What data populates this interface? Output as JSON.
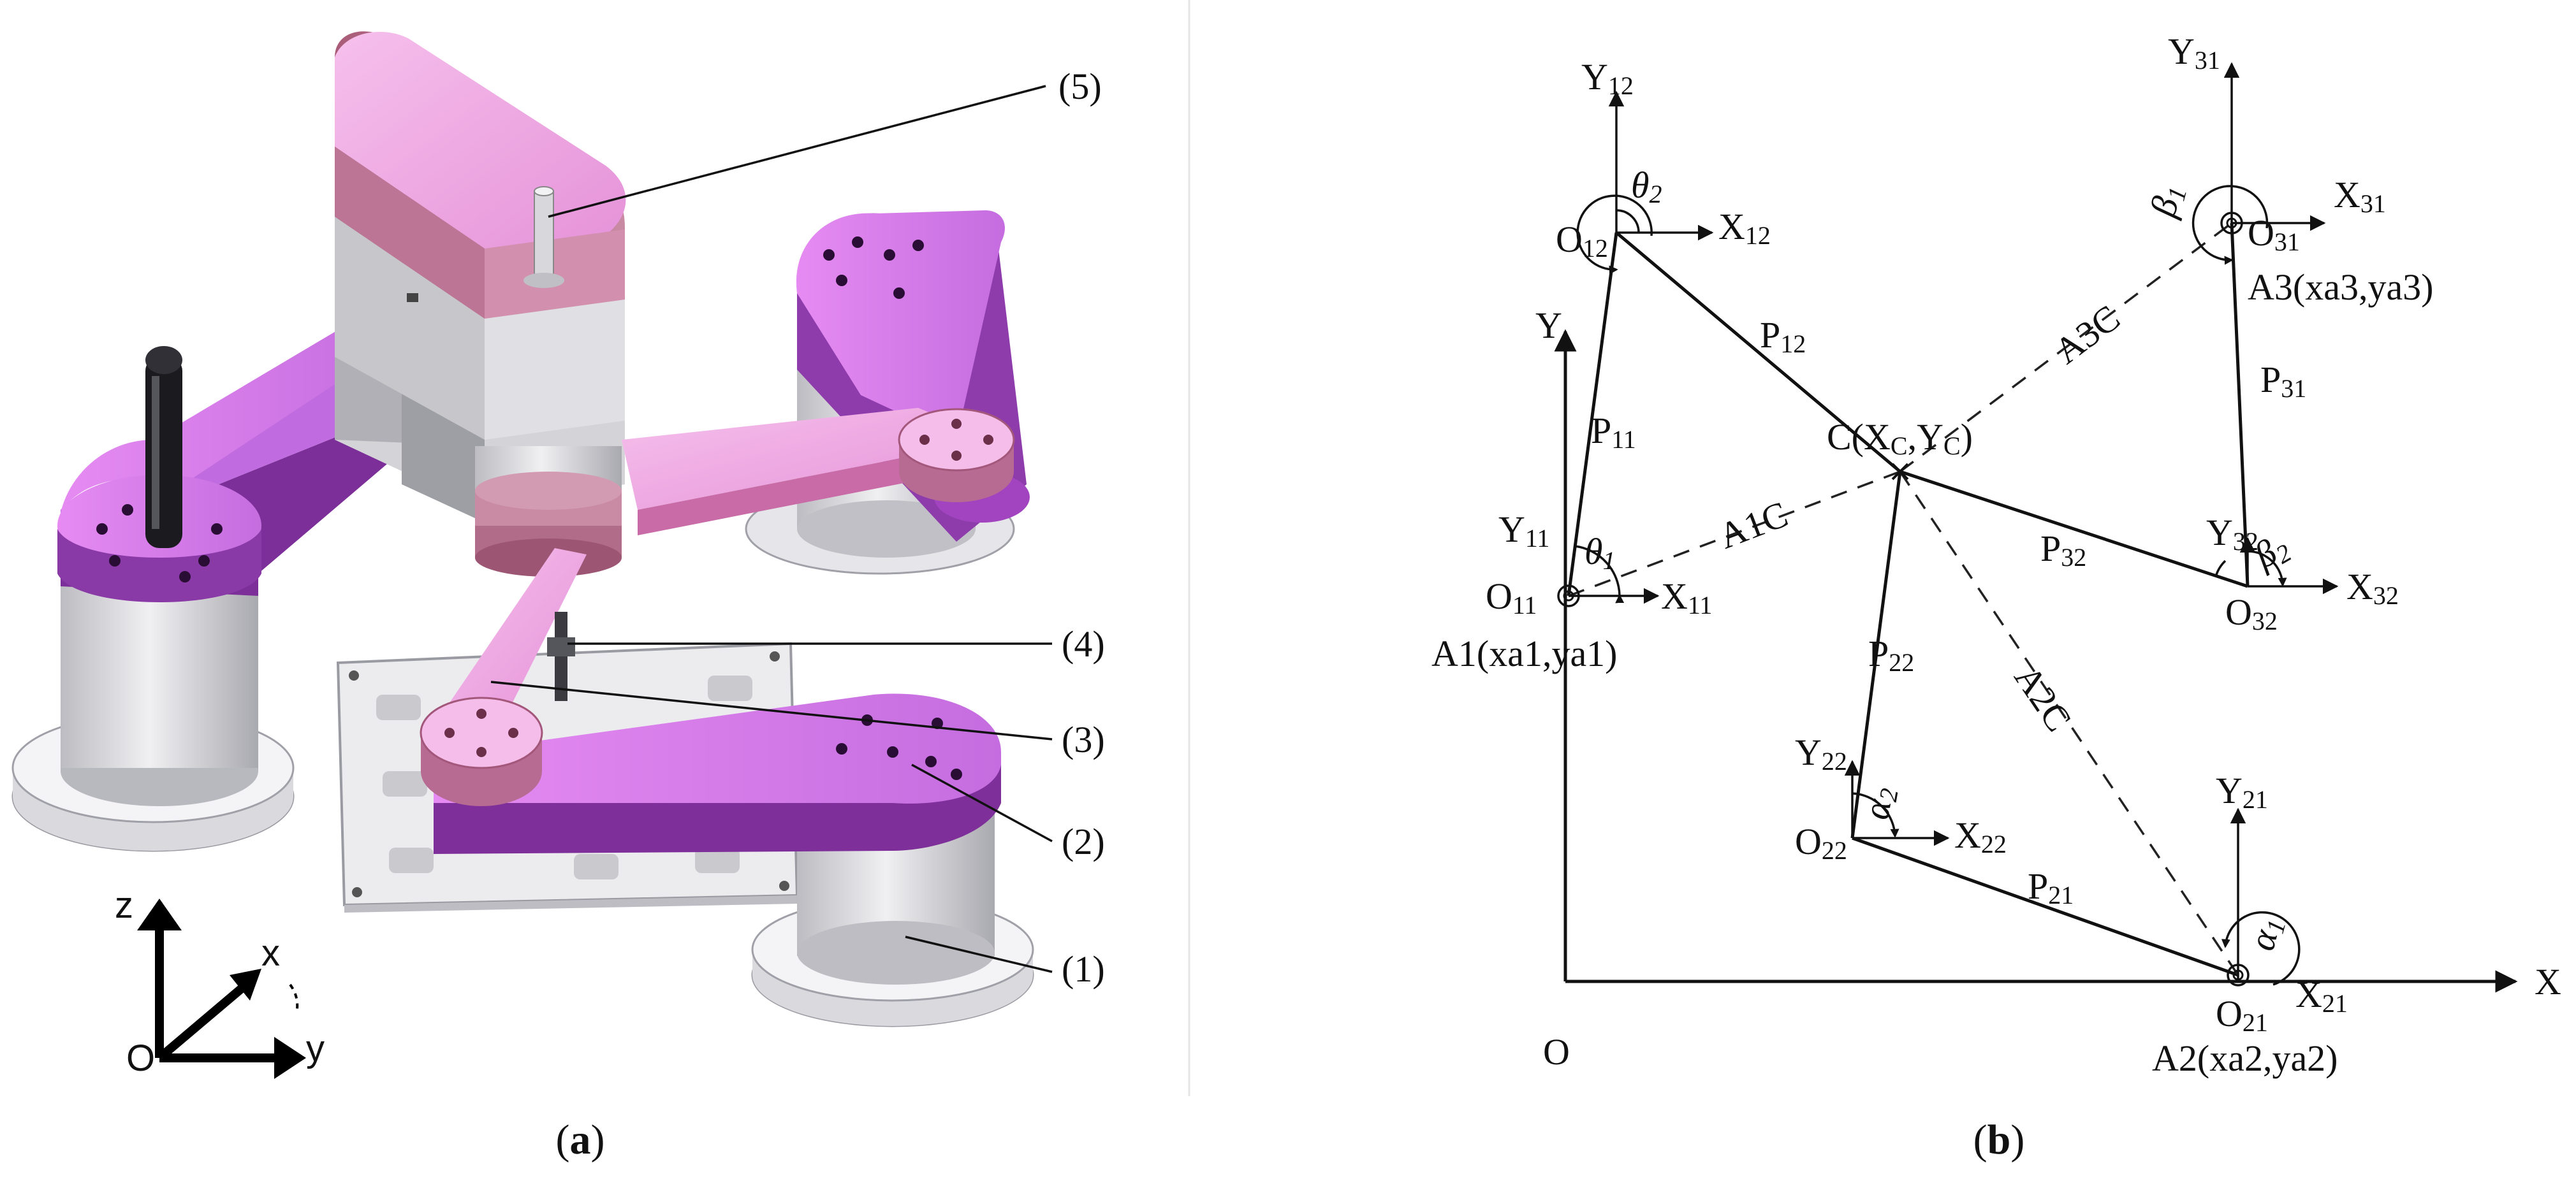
{
  "panel_a": {
    "callouts": [
      "(5)",
      "(4)",
      "(3)",
      "(2)",
      "(1)"
    ],
    "axes": {
      "origin": "O",
      "x": "x",
      "y": "y",
      "z": "z"
    },
    "caption_letter": "a"
  },
  "panel_b": {
    "axes": {
      "x": "X",
      "y": "Y",
      "origin": "O"
    },
    "frames": {
      "O12": {
        "o": "O",
        "os": "12",
        "x": "X",
        "xs": "12",
        "y": "Y",
        "ys": "12"
      },
      "O31": {
        "o": "O",
        "os": "31",
        "x": "X",
        "xs": "31",
        "y": "Y",
        "ys": "31"
      },
      "O11": {
        "o": "O",
        "os": "11",
        "x": "X",
        "xs": "11",
        "y": "Y",
        "ys": "11"
      },
      "O32": {
        "o": "O",
        "os": "32",
        "x": "X",
        "xs": "32",
        "y": "Y",
        "ys": "32"
      },
      "O22": {
        "o": "O",
        "os": "22",
        "x": "X",
        "xs": "22",
        "y": "Y",
        "ys": "22"
      },
      "O21": {
        "o": "O",
        "os": "21",
        "x": "X",
        "xs": "21",
        "y": "Y",
        "ys": "21"
      }
    },
    "angles": {
      "theta2": {
        "g": "θ",
        "s": "2"
      },
      "theta1": {
        "g": "θ",
        "s": "1"
      },
      "beta1": {
        "g": "β",
        "s": "1"
      },
      "beta2": {
        "g": "β",
        "s": "2"
      },
      "alpha2": {
        "g": "α",
        "s": "2"
      },
      "alpha1": {
        "g": "α",
        "s": "1"
      }
    },
    "links": {
      "P12": {
        "m": "P",
        "s": "12"
      },
      "P11": {
        "m": "P",
        "s": "11"
      },
      "P31": {
        "m": "P",
        "s": "31"
      },
      "P32": {
        "m": "P",
        "s": "32"
      },
      "P22": {
        "m": "P",
        "s": "22"
      },
      "P21": {
        "m": "P",
        "s": "21"
      }
    },
    "dashed": {
      "A3C": "A3C",
      "A1C": "A1C",
      "A2C": "A2C"
    },
    "point_c": {
      "pre": "C(X",
      "s1": "C",
      "mid": ",Y",
      "s2": "C",
      "post": ")"
    },
    "anchors": {
      "A1": "A1(xa1,ya1)",
      "A2": "A2(xa2,ya2)",
      "A3": "A3(xa3,ya3)"
    },
    "caption_letter": "b"
  },
  "colors": {
    "arm_pink": "#f2a9e6",
    "arm_purple": "#b24ecb",
    "body_mauve": "#b86c84",
    "gray": "#cfcfd3"
  }
}
